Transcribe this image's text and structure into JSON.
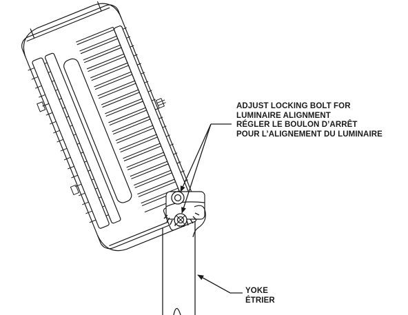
{
  "callouts": {
    "locking_bolt": {
      "line1": "ADJUST LOCKING BOLT FOR",
      "line2": "LUMINAIRE ALIGNMENT",
      "line3": "RÉGLER LE BOULON D’ARRÊT",
      "line4": "POUR L’ALIGNEMENT DU LUMINAIRE"
    },
    "yoke": {
      "line1": "YOKE",
      "line2": "ÉTRIER"
    }
  },
  "colors": {
    "ink": "#1a1a1a",
    "paper": "#ffffff"
  }
}
